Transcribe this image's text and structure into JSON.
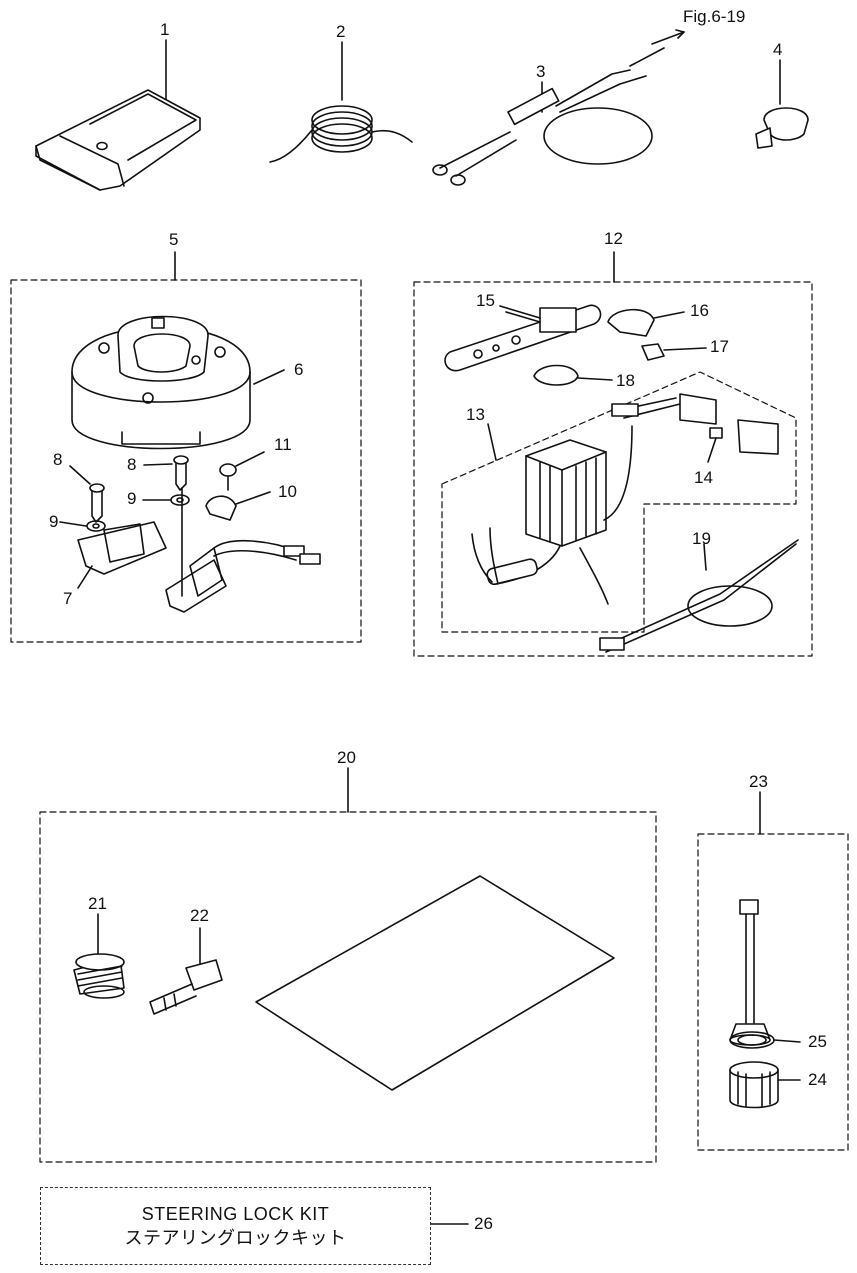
{
  "figure_ref": "Fig.6-19",
  "callouts": {
    "n1": "1",
    "n2": "2",
    "n3": "3",
    "n4": "4",
    "n5": "5",
    "n6": "6",
    "n7": "7",
    "n8a": "8",
    "n8b": "8",
    "n9a": "9",
    "n9b": "9",
    "n10": "10",
    "n11": "11",
    "n12": "12",
    "n13": "13",
    "n14": "14",
    "n15": "15",
    "n16": "16",
    "n17": "17",
    "n18": "18",
    "n19": "19",
    "n20": "20",
    "n21": "21",
    "n22": "22",
    "n23": "23",
    "n24": "24",
    "n25": "25",
    "n26": "26"
  },
  "kit": {
    "title_en": "STEERING LOCK KIT",
    "title_ja": "ステアリングロックキット"
  }
}
